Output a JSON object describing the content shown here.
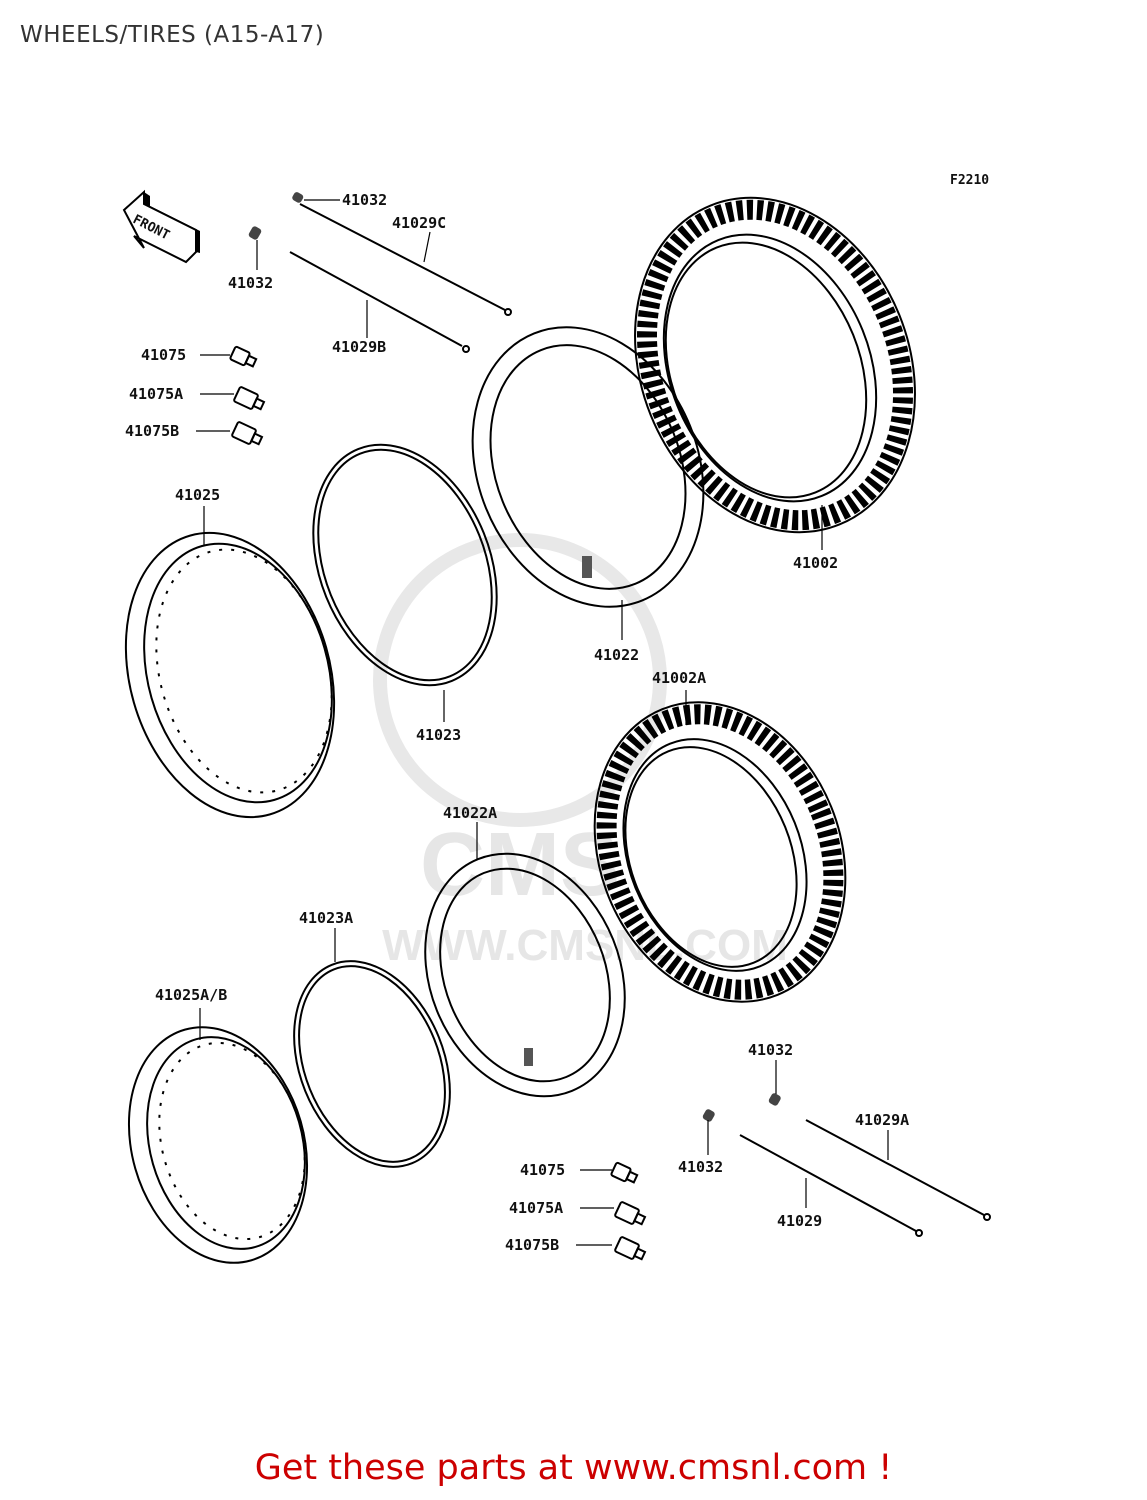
{
  "page": {
    "title": "WHEELS/TIRES (A15-A17)",
    "figure_code": "F2210",
    "direction_label": "FRONT",
    "footer": "Get these parts at www.cmsnl.com !"
  },
  "watermark": {
    "brand": "CMS",
    "url": "WWW.CMSNL.COM"
  },
  "callouts": [
    {
      "id": "c01",
      "label": "41032"
    },
    {
      "id": "c02",
      "label": "41029C"
    },
    {
      "id": "c03",
      "label": "41032"
    },
    {
      "id": "c04",
      "label": "41029B"
    },
    {
      "id": "c05",
      "label": "41075"
    },
    {
      "id": "c06",
      "label": "41075A"
    },
    {
      "id": "c07",
      "label": "41075B"
    },
    {
      "id": "c08",
      "label": "41025"
    },
    {
      "id": "c09",
      "label": "41002"
    },
    {
      "id": "c10",
      "label": "41022"
    },
    {
      "id": "c11",
      "label": "41002A"
    },
    {
      "id": "c12",
      "label": "41023"
    },
    {
      "id": "c13",
      "label": "41022A"
    },
    {
      "id": "c14",
      "label": "41023A"
    },
    {
      "id": "c15",
      "label": "41025A/B"
    },
    {
      "id": "c16",
      "label": "41032"
    },
    {
      "id": "c17",
      "label": "41029A"
    },
    {
      "id": "c18",
      "label": "41075"
    },
    {
      "id": "c19",
      "label": "41032"
    },
    {
      "id": "c20",
      "label": "41075A"
    },
    {
      "id": "c21",
      "label": "41029"
    },
    {
      "id": "c22",
      "label": "41075B"
    }
  ]
}
